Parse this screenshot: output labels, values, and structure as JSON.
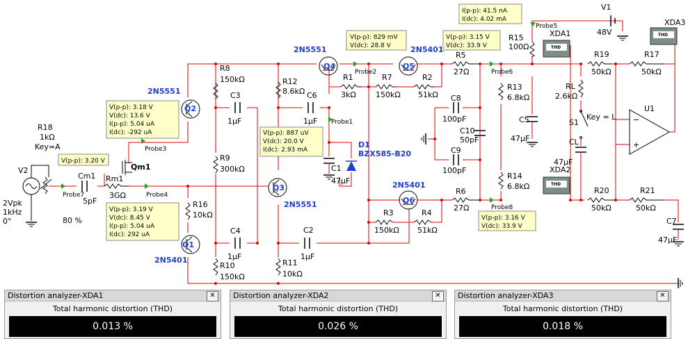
{
  "title": "",
  "transistors": [
    {
      "ref": "Q1",
      "model": "2N5401"
    },
    {
      "ref": "Q2",
      "model": "2N5551"
    },
    {
      "ref": "Q3",
      "model": "2N5551"
    },
    {
      "ref": "Q4",
      "model": "2N5551"
    },
    {
      "ref": "Q5",
      "model": "2N5401"
    },
    {
      "ref": "Q6",
      "model": "2N5401"
    },
    {
      "ref": "Qm1",
      "model": ""
    }
  ],
  "resistors": [
    {
      "ref": "R1",
      "value": "3kΩ"
    },
    {
      "ref": "R2",
      "value": "51kΩ"
    },
    {
      "ref": "R3",
      "value": "150kΩ"
    },
    {
      "ref": "R4",
      "value": "51kΩ"
    },
    {
      "ref": "R5",
      "value": "27Ω"
    },
    {
      "ref": "R6",
      "value": "27Ω"
    },
    {
      "ref": "R7",
      "value": "150kΩ"
    },
    {
      "ref": "R8",
      "value": "150kΩ"
    },
    {
      "ref": "R9",
      "value": "300kΩ"
    },
    {
      "ref": "R10",
      "value": "150kΩ"
    },
    {
      "ref": "R11",
      "value": "10kΩ"
    },
    {
      "ref": "R12",
      "value": "8.6kΩ"
    },
    {
      "ref": "R13",
      "value": "6.8kΩ"
    },
    {
      "ref": "R14",
      "value": "6.8kΩ"
    },
    {
      "ref": "R15",
      "value": "100Ω"
    },
    {
      "ref": "R16",
      "value": "10kΩ"
    },
    {
      "ref": "R17",
      "value": "50kΩ"
    },
    {
      "ref": "R19",
      "value": "50kΩ"
    },
    {
      "ref": "R20",
      "value": "50kΩ"
    },
    {
      "ref": "R21",
      "value": "50kΩ"
    },
    {
      "ref": "Rm1",
      "value": "3GΩ"
    },
    {
      "ref": "RL",
      "value": "2.6kΩ"
    }
  ],
  "capacitors": [
    {
      "ref": "C1",
      "value": "47µF"
    },
    {
      "ref": "C2",
      "value": "1µF"
    },
    {
      "ref": "C3",
      "value": "1µF"
    },
    {
      "ref": "C4",
      "value": "1µF"
    },
    {
      "ref": "C5",
      "value": "47µF"
    },
    {
      "ref": "C6",
      "value": "1µF"
    },
    {
      "ref": "C7",
      "value": "47µF"
    },
    {
      "ref": "C8",
      "value": "100pF"
    },
    {
      "ref": "C9",
      "value": "100pF"
    },
    {
      "ref": "C10",
      "value": "50pF"
    },
    {
      "ref": "CL",
      "value": "47µF"
    },
    {
      "ref": "Cm1",
      "value": "5pF"
    }
  ],
  "pot": {
    "ref": "R18",
    "value": "1kΩ",
    "key": "Key=A",
    "percent": "80 %"
  },
  "source": {
    "ref": "V2",
    "amplitude": "2Vpk",
    "freq": "1kHz",
    "phase": "0°"
  },
  "battery": {
    "ref": "V1",
    "value": "48V"
  },
  "diode": {
    "ref": "D1",
    "model": "BZX585-B20"
  },
  "opamp": {
    "ref": "U1"
  },
  "switch": {
    "ref": "S1",
    "key": "Key = L"
  },
  "analyzers": [
    {
      "ref": "XDA1",
      "icon_text": "THD"
    },
    {
      "ref": "XDA2",
      "icon_text": "THD"
    },
    {
      "ref": "XDA3",
      "icon_text": "THD"
    }
  ],
  "probes": [
    {
      "name": "Probe1",
      "lines": [
        "V(p-p): 887 uV",
        "V(dc): 20.0 V",
        "I(dc): 2.93 mA"
      ]
    },
    {
      "name": "Probe2",
      "lines": [
        "V(p-p): 829 mV",
        "V(dc): 28.8 V"
      ]
    },
    {
      "name": "Probe3",
      "lines": [
        "V(p-p): 3.18 V",
        "V(dc): 13.6 V",
        "I(p-p): 5.04 uA",
        "I(dc): -292 uA"
      ]
    },
    {
      "name": "Probe4",
      "lines": [
        "V(p-p): 3.19 V",
        "V(dc): 8.45 V",
        "I(p-p): 5.04 uA",
        "I(dc): 292 uA"
      ]
    },
    {
      "name": "Probe5",
      "lines": [
        "I(p-p): 41.5 nA",
        "I(dc): 4.02 mA"
      ]
    },
    {
      "name": "Probe6",
      "lines": [
        "V(p-p): 3.15 V",
        "V(dc): 33.9 V"
      ]
    },
    {
      "name": "Probe7",
      "lines": [
        "V(p-p): 3.20 V"
      ]
    },
    {
      "name": "Probe8",
      "lines": [
        "V(p-p): 3.16 V",
        "V(dc): 33.9 V"
      ]
    }
  ],
  "panels": [
    {
      "title": "Distortion analyzer-XDA1",
      "subtitle": "Total harmonic distortion (THD)",
      "value": "0.013 %",
      "close": "✕"
    },
    {
      "title": "Distortion analyzer-XDA2",
      "subtitle": "Total harmonic distortion (THD)",
      "value": "0.026 %",
      "close": "✕"
    },
    {
      "title": "Distortion analyzer-XDA3",
      "subtitle": "Total harmonic distortion (THD)",
      "value": "0.018 %",
      "close": "✕"
    }
  ]
}
